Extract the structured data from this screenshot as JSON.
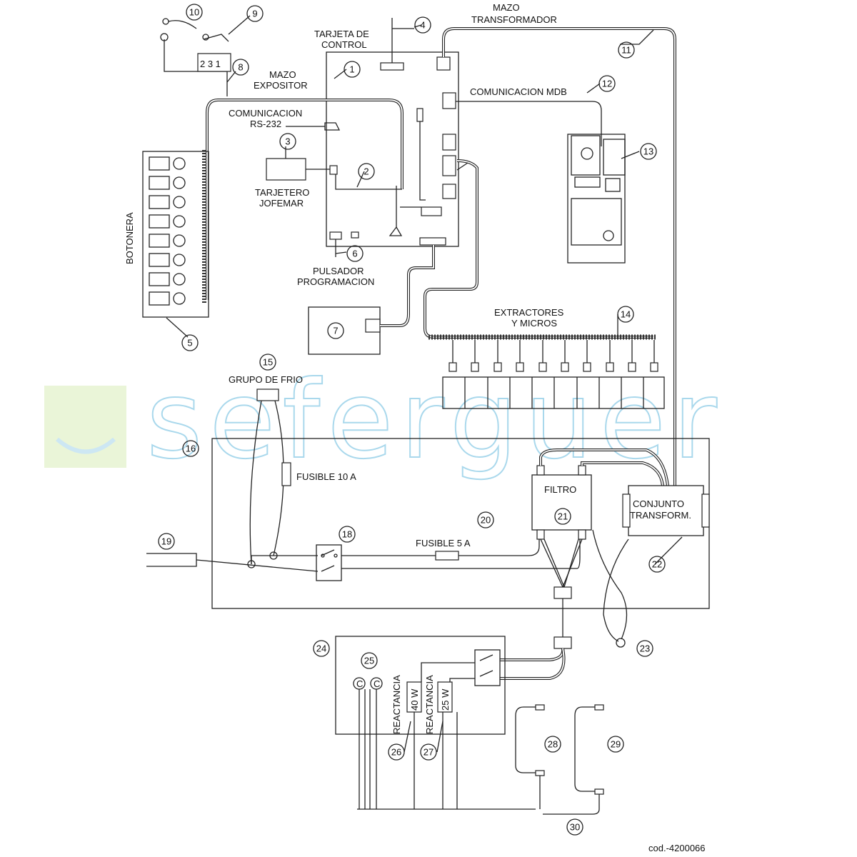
{
  "diagram": {
    "code": "cod.-4200066",
    "watermark": "seferguer",
    "labels": {
      "mazo_transformador": [
        "MAZO",
        "TRANSFORMADOR"
      ],
      "tarjeta_control": [
        "TARJETA DE",
        "CONTROL"
      ],
      "mazo_expositor": [
        "MAZO",
        "EXPOSITOR"
      ],
      "comunicacion_mdb": "COMUNICACION MDB",
      "comunicacion_rs232": [
        "COMUNICACION",
        "RS-232"
      ],
      "tarjetero": [
        "TARJETERO",
        "JOFEMAR"
      ],
      "botonera": "BOTONERA",
      "pulsador": [
        "PULSADOR",
        "PROGRAMACION"
      ],
      "extractores": [
        "EXTRACTORES",
        "Y MICROS"
      ],
      "grupo_frio": "GRUPO DE FRIO",
      "fusible_10": "FUSIBLE 10 A",
      "fusible_5": "FUSIBLE 5 A",
      "filtro": "FILTRO",
      "conjunto": [
        "CONJUNTO",
        "TRANSFORM."
      ],
      "reactancia": "REACTANCIA",
      "w40": "40 W",
      "w25": "25 W",
      "c": "C",
      "switch_pins": "2 3 1"
    },
    "callouts": [
      "1",
      "2",
      "3",
      "4",
      "5",
      "6",
      "7",
      "8",
      "9",
      "10",
      "11",
      "12",
      "13",
      "14",
      "15",
      "16",
      "18",
      "19",
      "20",
      "21",
      "22",
      "23",
      "24",
      "25",
      "26",
      "27",
      "28",
      "29",
      "30"
    ]
  }
}
